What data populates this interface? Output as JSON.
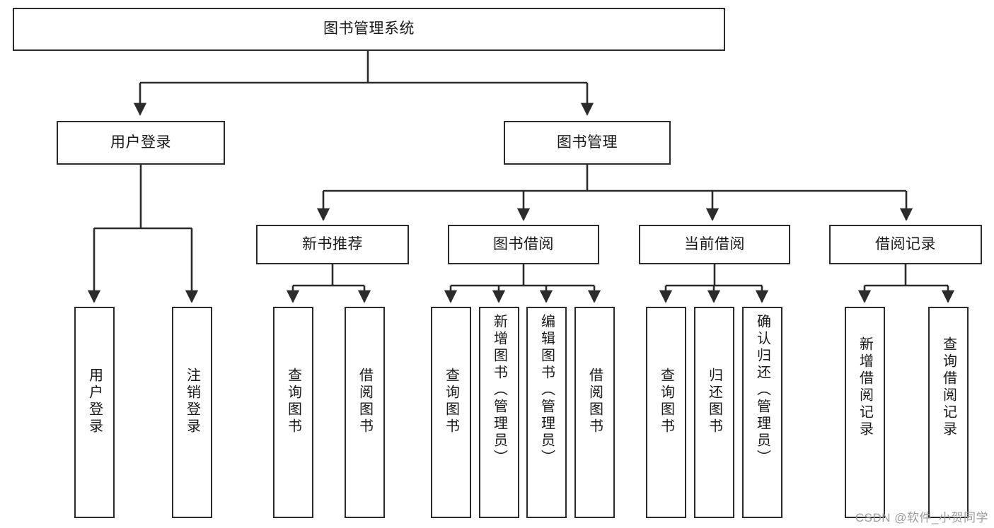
{
  "diagram": {
    "type": "tree-hierarchy",
    "title": "图书管理系统",
    "orientation": "top-down",
    "watermark": "CSDN @软件_小贺同学",
    "colors": {
      "box_border": "#2b2b2b",
      "box_fill": "#ffffff",
      "edge": "#2b2b2b",
      "text": "#1a1a1a",
      "watermark": "#9d9d9d",
      "background": "#ffffff"
    },
    "nodes": {
      "root": {
        "label": "图书管理系统",
        "level": 1,
        "orientation": "horizontal"
      },
      "l2": [
        {
          "id": "user-login",
          "label": "用户登录",
          "orientation": "horizontal"
        },
        {
          "id": "book-manage",
          "label": "图书管理",
          "orientation": "horizontal"
        }
      ],
      "l3": [
        {
          "id": "new-book-rec",
          "label": "新书推荐",
          "orientation": "horizontal"
        },
        {
          "id": "book-borrow",
          "label": "图书借阅",
          "orientation": "horizontal"
        },
        {
          "id": "current-borrow",
          "label": "当前借阅",
          "orientation": "horizontal"
        },
        {
          "id": "borrow-record",
          "label": "借阅记录",
          "orientation": "horizontal"
        }
      ],
      "leaves": [
        {
          "id": "leaf-user-login",
          "label": "用户登录",
          "parent": "user-login",
          "orientation": "vertical"
        },
        {
          "id": "leaf-user-logout",
          "label": "注销登录",
          "parent": "user-login",
          "orientation": "vertical"
        },
        {
          "id": "leaf-query-book-1",
          "label": "查询图书",
          "parent": "new-book-rec",
          "orientation": "vertical"
        },
        {
          "id": "leaf-borrow-book-1",
          "label": "借阅图书",
          "parent": "new-book-rec",
          "orientation": "vertical"
        },
        {
          "id": "leaf-query-book-2",
          "label": "查询图书",
          "parent": "book-borrow",
          "orientation": "vertical"
        },
        {
          "id": "leaf-add-book",
          "label": "新增图书（管理员）",
          "parent": "book-borrow",
          "orientation": "vertical"
        },
        {
          "id": "leaf-edit-book",
          "label": "编辑图书（管理员）",
          "parent": "book-borrow",
          "orientation": "vertical"
        },
        {
          "id": "leaf-borrow-book-2",
          "label": "借阅图书",
          "parent": "book-borrow",
          "orientation": "vertical"
        },
        {
          "id": "leaf-query-book-3",
          "label": "查询图书",
          "parent": "current-borrow",
          "orientation": "vertical"
        },
        {
          "id": "leaf-return-book",
          "label": "归还图书",
          "parent": "current-borrow",
          "orientation": "vertical"
        },
        {
          "id": "leaf-confirm-return",
          "label": "确认归还（管理员）",
          "parent": "current-borrow",
          "orientation": "vertical"
        },
        {
          "id": "leaf-add-record",
          "label": "新增借阅记录",
          "parent": "borrow-record",
          "orientation": "vertical"
        },
        {
          "id": "leaf-query-record",
          "label": "查询借阅记录",
          "parent": "borrow-record",
          "orientation": "vertical"
        }
      ]
    }
  }
}
